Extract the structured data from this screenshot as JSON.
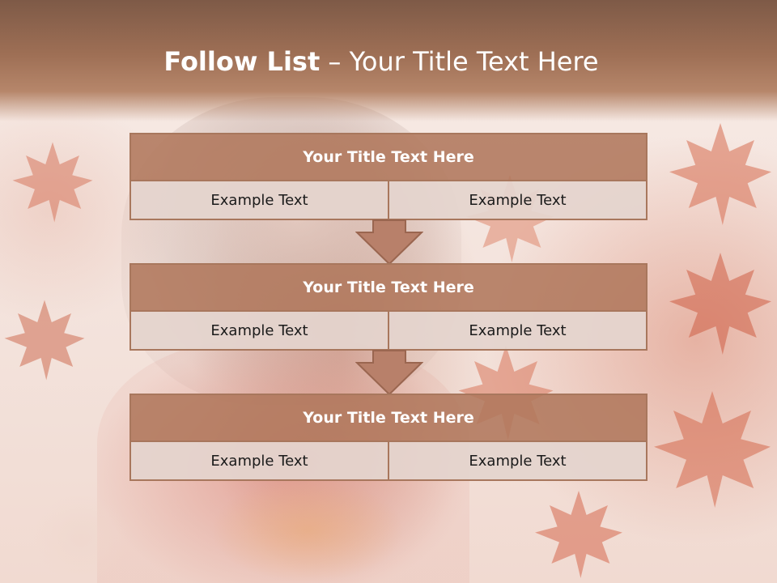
{
  "slide": {
    "title_bold": "Follow List",
    "title_dash": " – ",
    "title_rest": "Your Title Text Here"
  },
  "steps": [
    {
      "title": "Your Title Text Here",
      "left": "Example Text",
      "right": "Example Text"
    },
    {
      "title": "Your Title Text Here",
      "left": "Example Text",
      "right": "Example Text"
    },
    {
      "title": "Your Title Text Here",
      "left": "Example Text",
      "right": "Example Text"
    }
  ],
  "colors": {
    "header": "#9e6f55",
    "block_title": "#b0785c",
    "block_cell": "#e4d4cd",
    "border": "#a8775d",
    "arrow": "#b8806a"
  }
}
